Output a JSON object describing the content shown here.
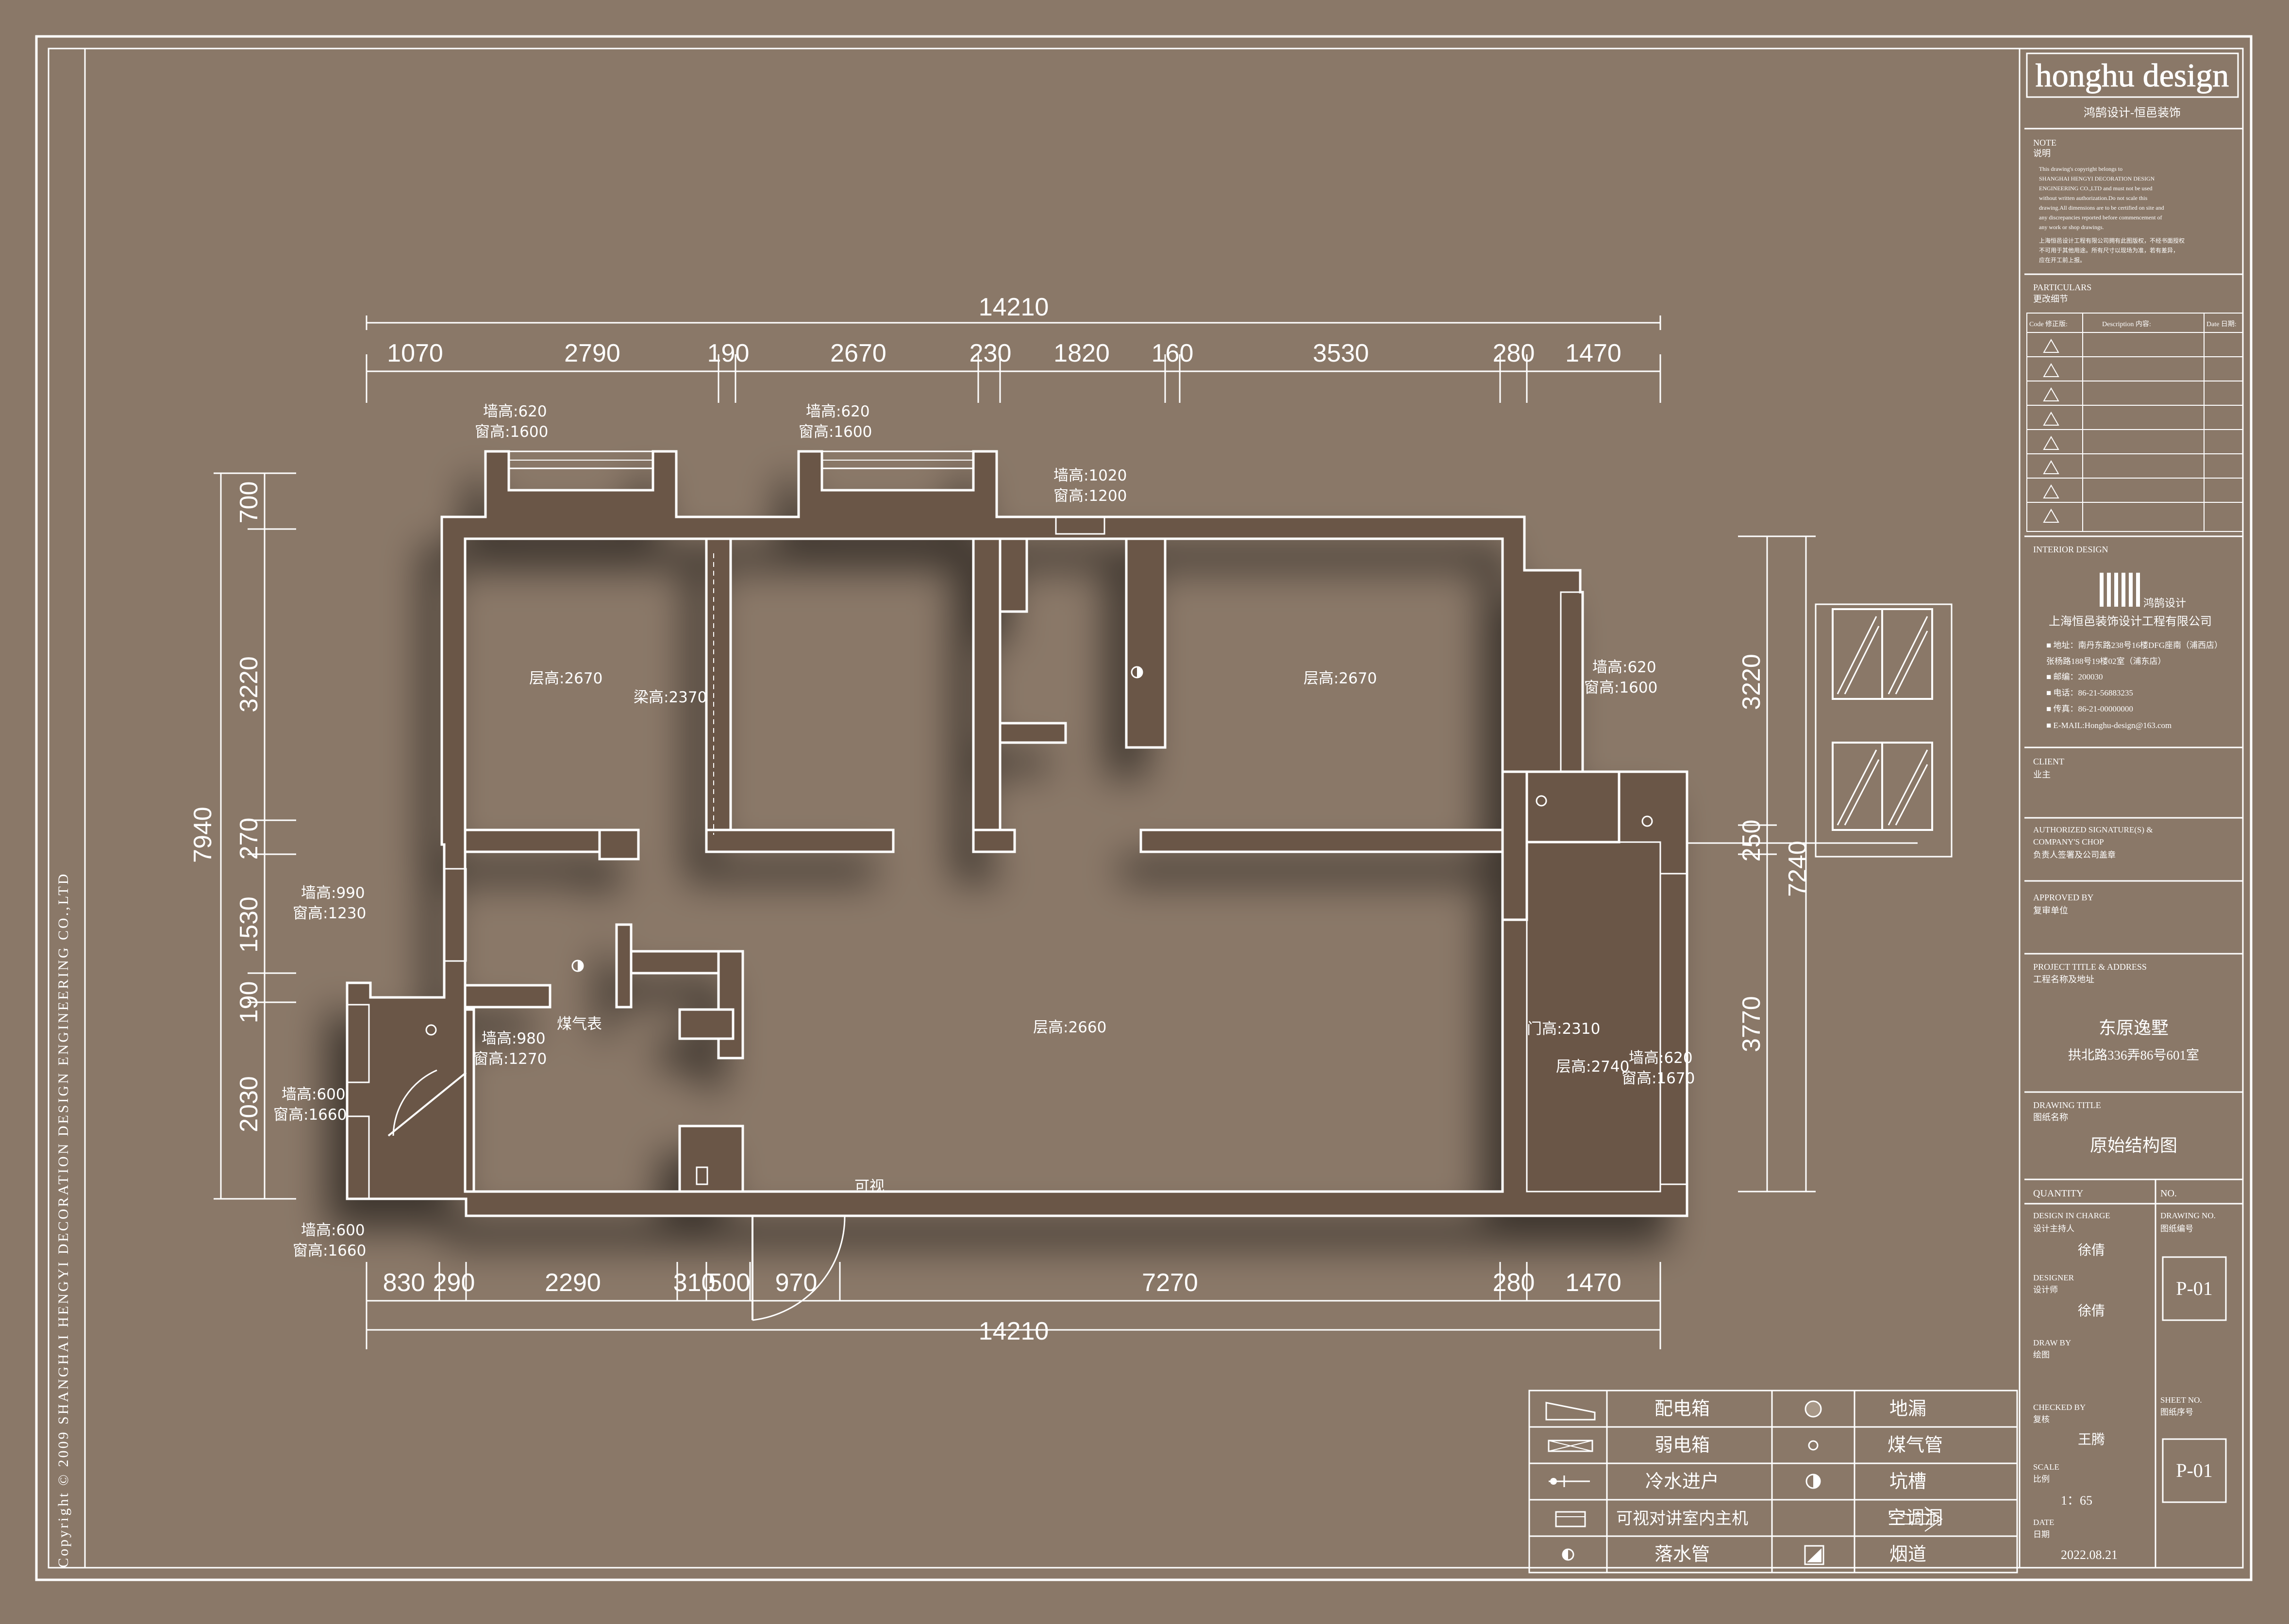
{
  "brand": {
    "logo": "honghu design",
    "subtitle": "鸿鹄设计-恒邑装饰",
    "vertical_copyright": "Copyright © 2009 SHANGHAI HENGYI DECORATION DESIGN ENGINEERING CO.,LTD"
  },
  "note": {
    "heading_en": "NOTE",
    "heading_cn": "说明",
    "lines": [
      "This drawing's copyright belongs to",
      "SHANGHAI HENGYI DECORATION DESIGN",
      "ENGINEERING CO.,LTD and must not be used",
      "without written authorization.Do not scale this",
      "drawing.All dimensions are to be certified on site and",
      "any discrepancies reported before commencement of",
      "any work or shop drawings.",
      "上海恒邑设计工程有限公司拥有此图版权，不经书面授权",
      "不可用于其他用途。所有尺寸以现场为准，若有差异，",
      "应在开工前上报。"
    ]
  },
  "particulars": {
    "heading_en": "PARTICULARS",
    "heading_cn": "更改细节",
    "col_code": "Code 修正版:",
    "col_desc": "Description 内容:",
    "col_date": "Date 日期:"
  },
  "interior": {
    "heading": "INTERIOR DESIGN",
    "logo_text": "鸿鹄设计",
    "company": "上海恒邑装饰设计工程有限公司",
    "contacts": [
      "■ 地址：南丹东路238号16楼DFG座南（浦西店）",
      "     张杨路188号19楼02室（浦东店）",
      "■ 邮编：200030",
      "■ 电话：86-21-56883235",
      "■ 传真：86-21-00000000",
      "■ E-MAIL:Honghu-design@163.com"
    ]
  },
  "client": {
    "en": "CLIENT",
    "cn": "业主"
  },
  "signature": {
    "en1": "AUTHORIZED SIGNATURE(S) &",
    "en2": "COMPANY'S CHOP",
    "cn": "负责人签署及公司盖章"
  },
  "approved": {
    "en": "APPROVED BY",
    "cn": "复审单位"
  },
  "project": {
    "en": "PROJECT TITLE & ADDRESS",
    "cn": "工程名称及地址",
    "name": "东原逸墅",
    "address": "拱北路336弄86号601室"
  },
  "drawing_title": {
    "en": "DRAWING TITLE",
    "cn": "图纸名称",
    "value": "原始结构图"
  },
  "quantity": {
    "en": "QUANTITY",
    "no": "NO."
  },
  "design_in_charge": {
    "en": "DESIGN IN CHARGE",
    "cn": "设计主持人",
    "value": "徐倩"
  },
  "drawing_no": {
    "en": "DRAWING NO.",
    "cn": "图纸编号",
    "value": "P-01"
  },
  "designer": {
    "en": "DESIGNER",
    "cn": "设计师",
    "value": "徐倩"
  },
  "draw_by": {
    "en": "DRAW BY",
    "cn": "绘图"
  },
  "checked": {
    "en": "CHECKED BY",
    "cn": "复核",
    "value": "王腾"
  },
  "sheet_no": {
    "en": "SHEET NO.",
    "cn": "图纸序号",
    "value": "P-01"
  },
  "scale": {
    "en": "SCALE",
    "cn": "比例",
    "value": "1：65"
  },
  "date": {
    "en": "DATE",
    "cn": "日期",
    "value": "2022.08.21"
  },
  "dims": {
    "top_total": "14210",
    "top": [
      "1070",
      "2790",
      "190",
      "2670",
      "230",
      "1820",
      "160",
      "3530",
      "280",
      "1470"
    ],
    "bottom_total": "14210",
    "bottom": [
      "830",
      "290",
      "2290",
      "310",
      "500",
      "970",
      "7270",
      "280",
      "1470"
    ],
    "left_total": "7940",
    "left": [
      "700",
      "3220",
      "270",
      "1530",
      "190",
      "2030"
    ],
    "right_total": "7240",
    "right": [
      "3220",
      "250",
      "3770"
    ]
  },
  "plan_labels": {
    "wh1": "墙高:620",
    "win1": "窗高:1600",
    "wh2": "墙高:620",
    "win2": "窗高:1600",
    "wh3": "墙高:1020",
    "win3": "窗高:1200",
    "wh4": "墙高:620",
    "win4": "窗高:1600",
    "wh5": "墙高:990",
    "win5": "窗高:1230",
    "wh6": "墙高:980",
    "win6": "窗高:1270",
    "wh7": "墙高:600",
    "win7": "窗高:1660",
    "wh8": "墙高:600",
    "win8": "窗高:1660",
    "wh9": "墙高:620",
    "win9": "窗高:1670",
    "ceil1": "层高:2670",
    "beam": "梁高:2370",
    "ceil2": "层高:2670",
    "ceil3": "层高:2660",
    "ceil4": "层高:2740",
    "door": "门高:2310",
    "gas_meter": "煤气表",
    "intercom": "可视"
  },
  "legend": [
    {
      "left": "配电箱",
      "right": "地漏"
    },
    {
      "left": "弱电箱",
      "right": "煤气管"
    },
    {
      "left": "冷水进户",
      "right": "坑槽"
    },
    {
      "left": "可视对讲室内主机",
      "right": "空调洞"
    },
    {
      "left": "落水管",
      "right": "烟道"
    }
  ]
}
